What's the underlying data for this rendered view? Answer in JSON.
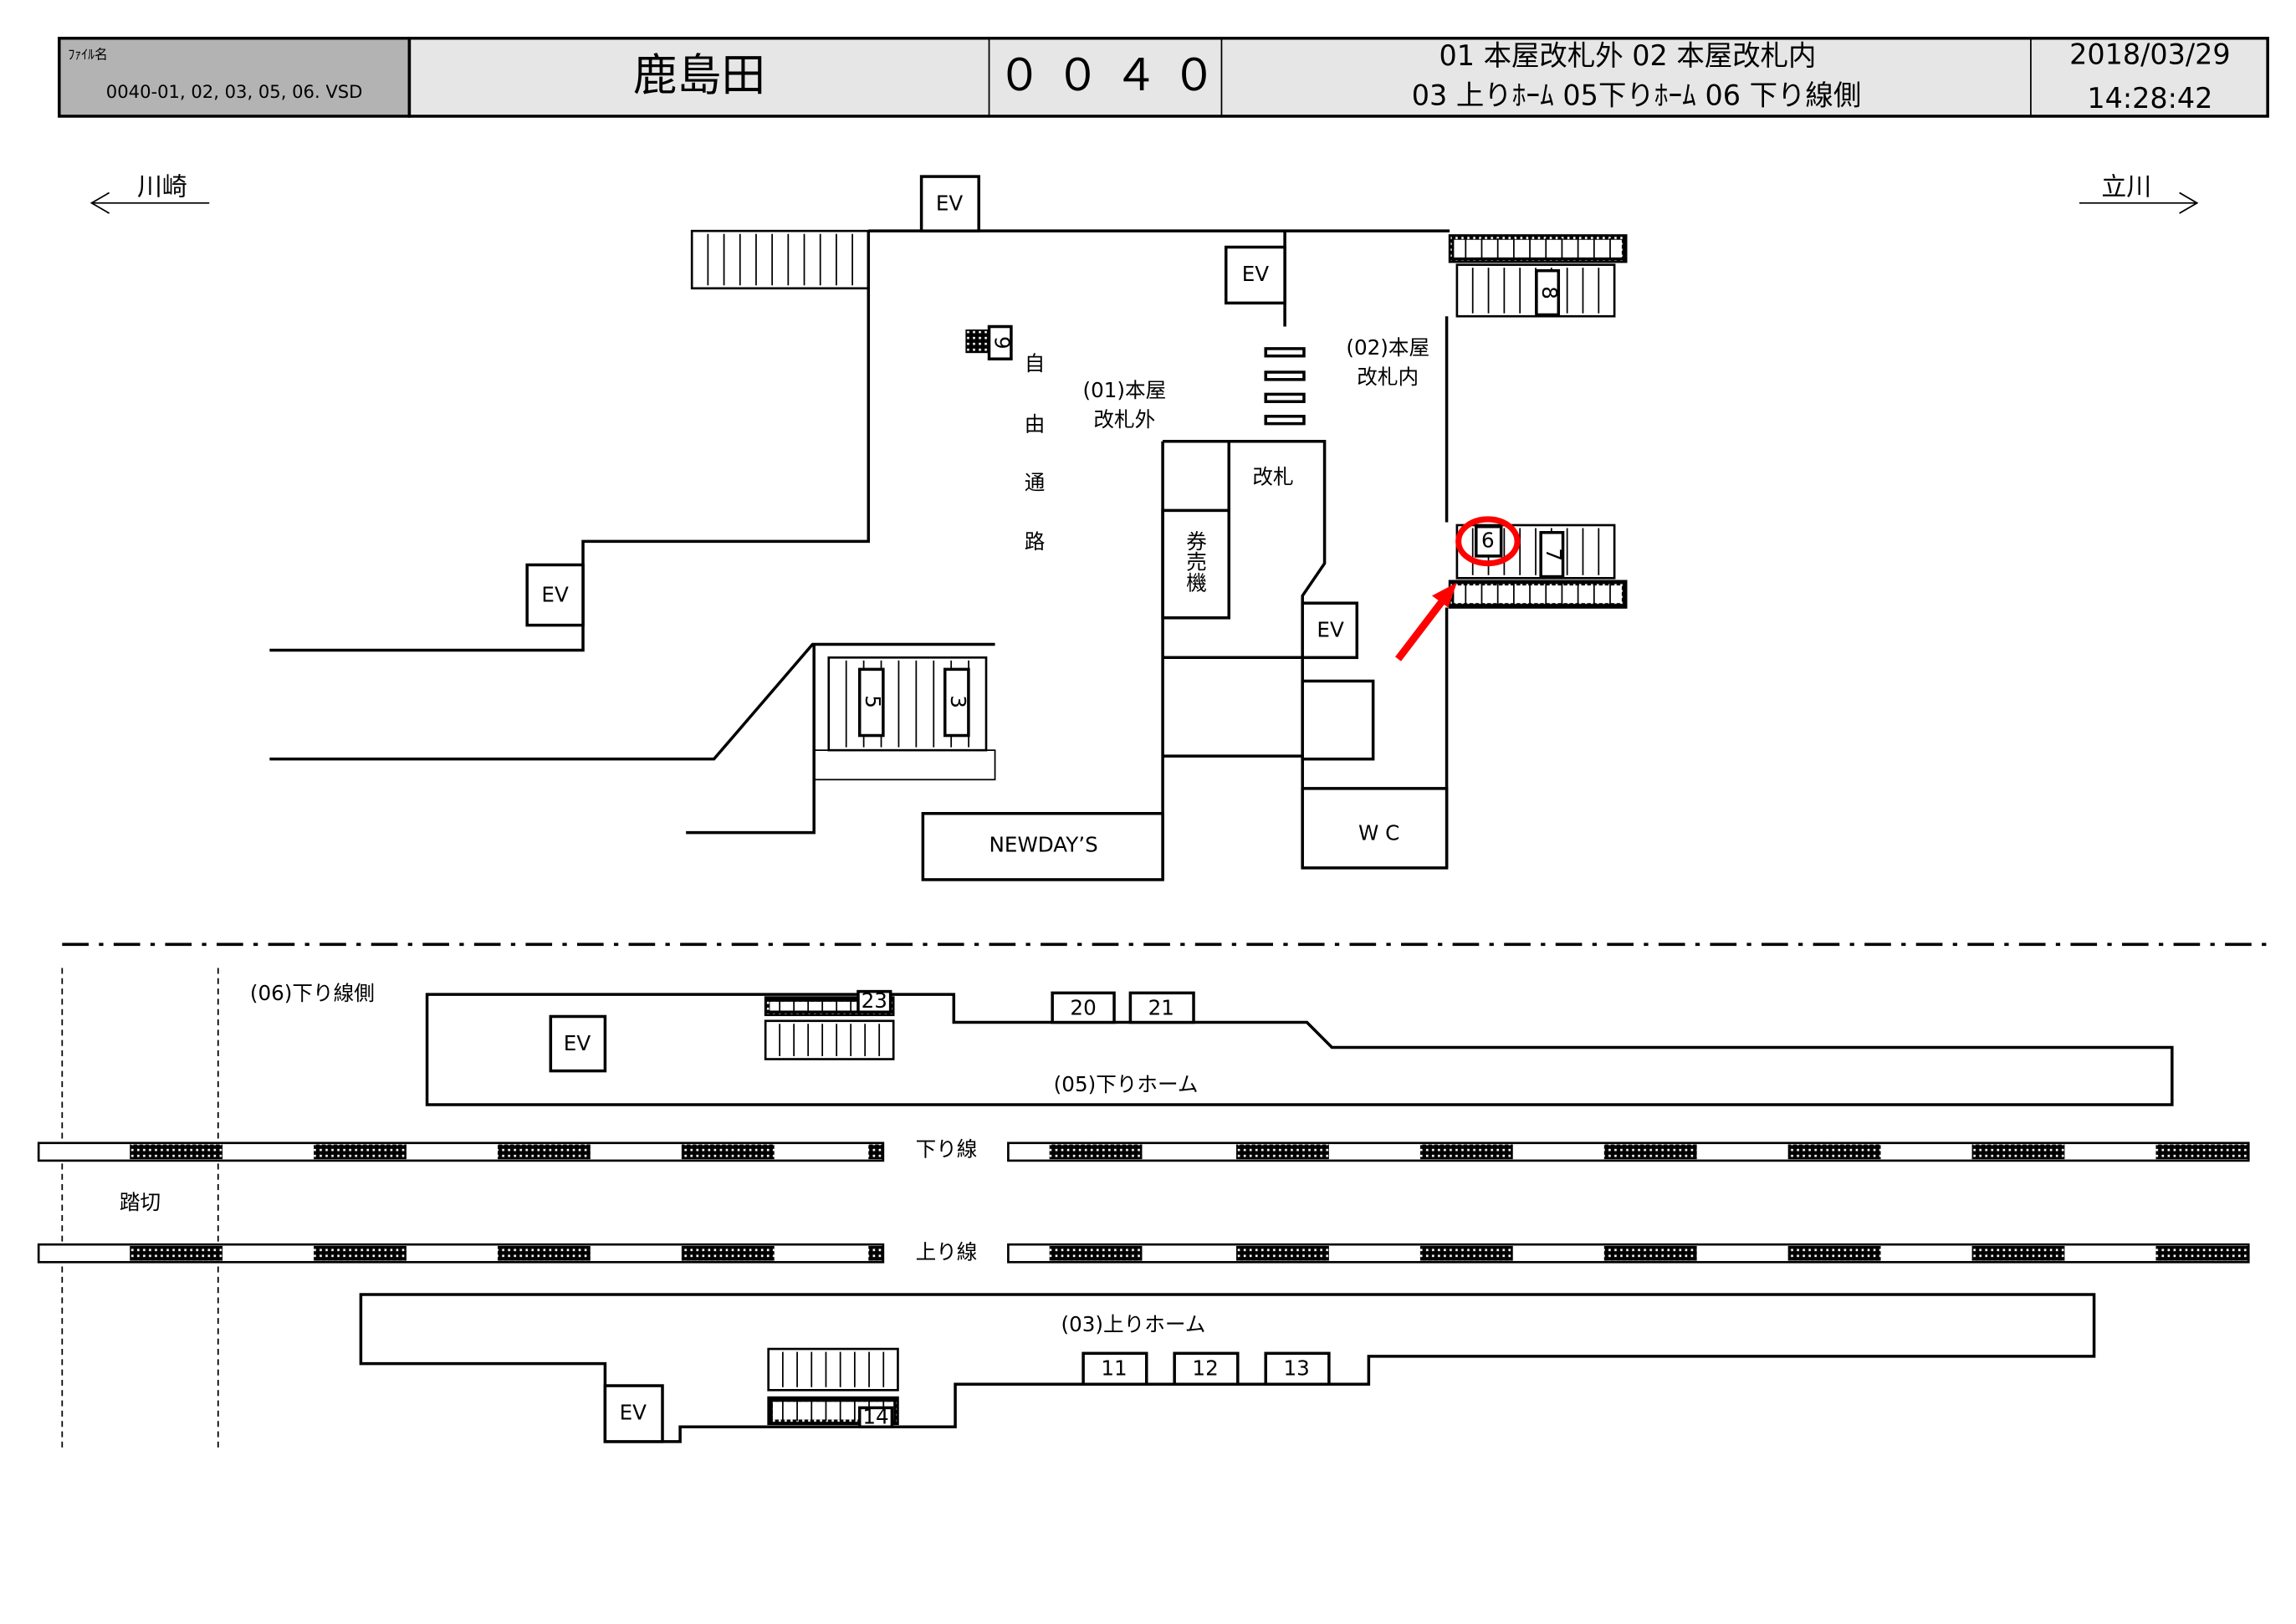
{
  "header": {
    "file_label": "ﾌｧｲﾙ名",
    "file_name": "0040-01, 02, 03, 05, 06. VSD",
    "station_name": "鹿島田",
    "station_code": "０ ０ ４ ０",
    "floors_line1": "01 本屋改札外 02 本屋改札内",
    "floors_line2": "03 上りﾎｰﾑ 05下りﾎｰﾑ 06 下り線側",
    "date": "2018/03/29",
    "time": "14:28:42"
  },
  "directions": {
    "left": "川崎",
    "right": "立川"
  },
  "concourse": {
    "ev_label": "EV",
    "free_passage": [
      "自",
      "由",
      "通",
      "路"
    ],
    "area01": [
      "(01)本屋",
      "改札外"
    ],
    "area02": [
      "(02)本屋",
      "改札内"
    ],
    "gate": "改札",
    "ticket_machine": [
      "券",
      "売",
      "機"
    ],
    "shop": "NEWDAY’S",
    "wc": "W C",
    "stair_numbers": {
      "s9": "9",
      "s8": "8",
      "s7": "7",
      "s6": "6",
      "s5": "5",
      "s3": "3"
    }
  },
  "platforms": {
    "down_side": "(06)下り線側",
    "down_platform": "(05)下りホーム",
    "up_platform": "(03)上りホーム",
    "down_track": "下り線",
    "up_track": "上り線",
    "crossing": "踏切",
    "ev_label": "EV",
    "numbers": {
      "n20": "20",
      "n21": "21",
      "n23": "23",
      "n11": "11",
      "n12": "12",
      "n13": "13",
      "n14": "14"
    }
  },
  "highlight": {
    "target": "6",
    "color": "#ff0000"
  }
}
